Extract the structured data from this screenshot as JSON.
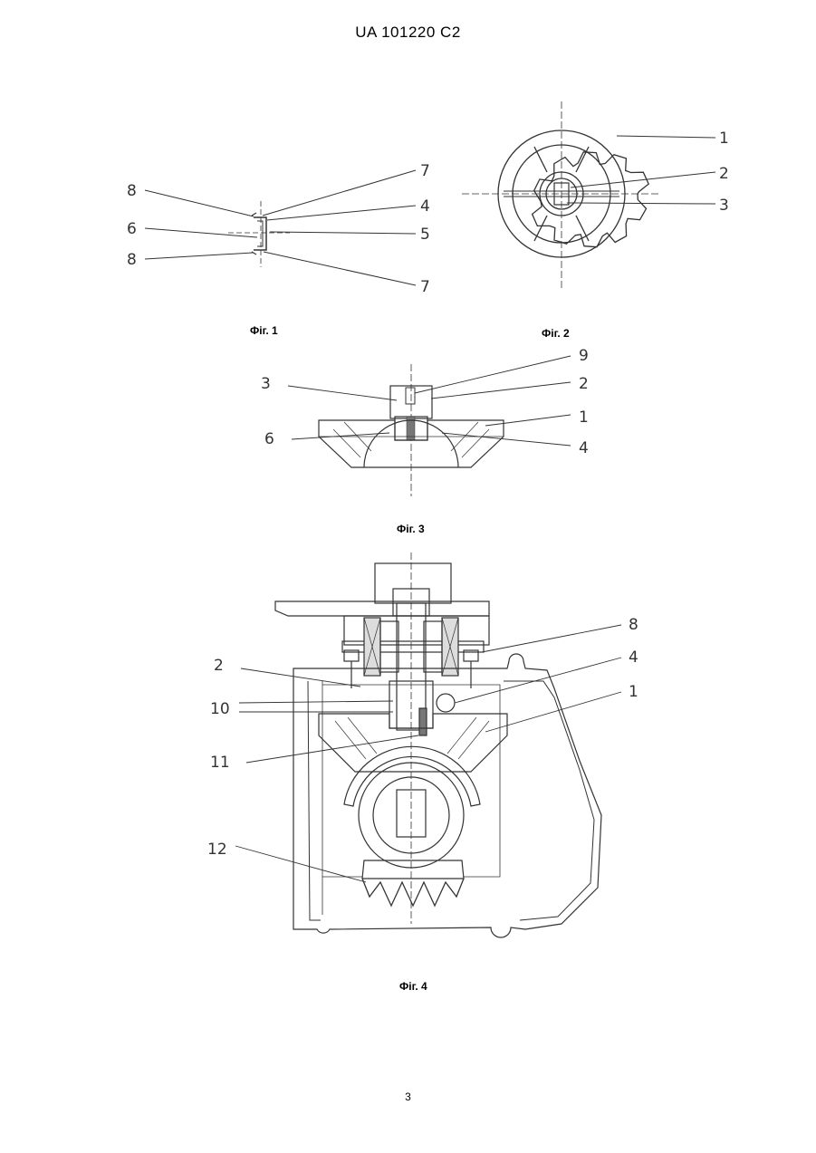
{
  "header": {
    "doc_id": "UA   101220   C2"
  },
  "page_number": "3",
  "figures": [
    {
      "caption": "Фіг. 1",
      "labels": [
        "8",
        "6",
        "8",
        "7",
        "4",
        "5",
        "7"
      ]
    },
    {
      "caption": "Фіг. 2",
      "labels": [
        "1",
        "2",
        "3"
      ]
    },
    {
      "caption": "Фіг. 3",
      "labels": [
        "3",
        "6",
        "9",
        "2",
        "1",
        "4"
      ]
    },
    {
      "caption": "Фіг. 4",
      "labels": [
        "2",
        "10",
        "11",
        "12",
        "8",
        "4",
        "1"
      ]
    }
  ]
}
